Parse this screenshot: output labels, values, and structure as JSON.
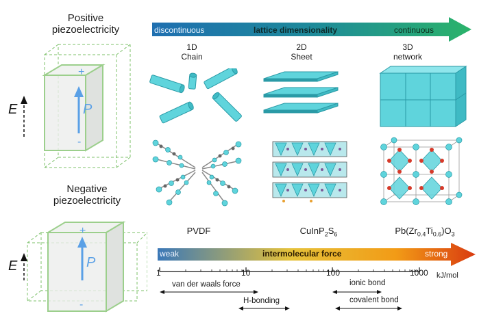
{
  "left_panel": {
    "positive_title_line1": "Positive",
    "positive_title_line2": "piezoelectricity",
    "negative_title_line1": "Negative",
    "negative_title_line2": "piezoelectricity",
    "field_label": "E",
    "polarization_label": "P",
    "plus_sign": "+",
    "minus_sign": "-"
  },
  "top_arrow": {
    "left_label": "discontinuous",
    "center_label": "lattice dimensionality",
    "right_label": "continuous",
    "colors": [
      "#1f6fb0",
      "#1e8a9a",
      "#2bb36a"
    ]
  },
  "columns": [
    {
      "dimension": "1D",
      "name": "Chain",
      "material": "PVDF"
    },
    {
      "dimension": "2D",
      "name": "Sheet",
      "material_base": "CuInP",
      "sub1": "2",
      "mid": "S",
      "sub2": "6"
    },
    {
      "dimension": "3D",
      "name": "network",
      "material_pre": "Pb(Zr",
      "sub1": "0.4",
      "mid": "Ti",
      "sub2": "0.6",
      "post": ")O",
      "sub3": "3"
    }
  ],
  "bottom_arrow": {
    "left_label": "weak",
    "center_label": "intermolecular force",
    "right_label": "strong",
    "colors": [
      "#3b78b8",
      "#e6c23a",
      "#f29b16",
      "#d93b10"
    ]
  },
  "scale": {
    "ticks": [
      "1",
      "10",
      "100",
      "1000"
    ],
    "unit": "kJ/mol",
    "ranges": [
      {
        "label": "van der waals force"
      },
      {
        "label": "H-bonding"
      },
      {
        "label": "ionic bond"
      },
      {
        "label": "covalent bond"
      }
    ]
  },
  "colors": {
    "crystal_cyan": "#5fd4dc",
    "crystal_edge": "#2a9aa6",
    "box_green": "#7cc06a",
    "arrow_blue": "#5aa0e6"
  }
}
